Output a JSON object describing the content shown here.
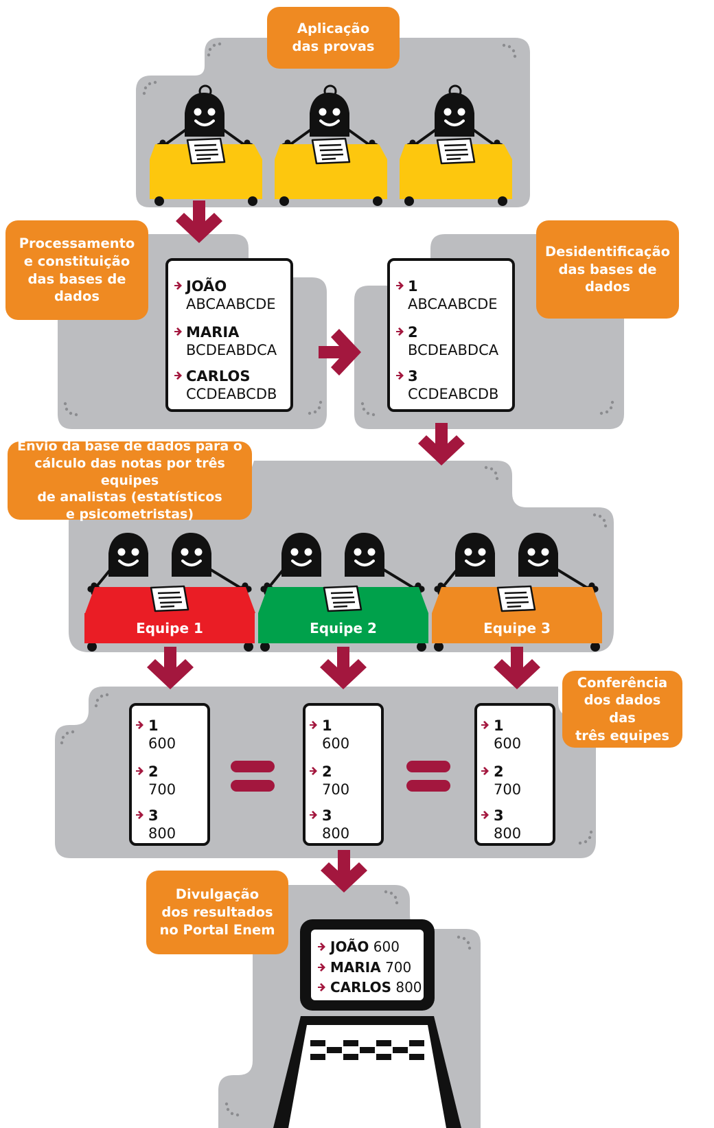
{
  "steps": {
    "aplicacao": [
      "Aplicação",
      "das provas"
    ],
    "processamento": [
      "Processamento",
      "e constituição",
      "das bases de",
      "dados"
    ],
    "desidentificacao": [
      "Desidentificação",
      "das bases de",
      "dados"
    ],
    "envio": [
      "Envio da base de dados para o",
      "cálculo das notas por três equipes",
      "de analistas (estatísticos",
      "e psicometristas)"
    ],
    "conferencia": [
      "Conferência",
      "dos dados das",
      "três equipes"
    ],
    "divulgacao": [
      "Divulgação",
      "dos resultados",
      "no Portal Enem"
    ]
  },
  "named_records": [
    {
      "id": "JOÃO",
      "answers": "ABCAABCDE"
    },
    {
      "id": "MARIA",
      "answers": "BCDEABDCA"
    },
    {
      "id": "CARLOS",
      "answers": "CCDEABCDB"
    }
  ],
  "anonymized_records": [
    {
      "id": "1",
      "answers": "ABCAABCDE"
    },
    {
      "id": "2",
      "answers": "BCDEABDCA"
    },
    {
      "id": "3",
      "answers": "CCDEABCDB"
    }
  ],
  "teams": [
    {
      "label": "Equipe 1",
      "color": "#ea1d25"
    },
    {
      "label": "Equipe 2",
      "color": "#00a14b"
    },
    {
      "label": "Equipe 3",
      "color": "#ef8a22"
    }
  ],
  "team_results": [
    [
      {
        "id": "1",
        "score": "600"
      },
      {
        "id": "2",
        "score": "700"
      },
      {
        "id": "3",
        "score": "800"
      }
    ],
    [
      {
        "id": "1",
        "score": "600"
      },
      {
        "id": "2",
        "score": "700"
      },
      {
        "id": "3",
        "score": "800"
      }
    ],
    [
      {
        "id": "1",
        "score": "600"
      },
      {
        "id": "2",
        "score": "700"
      },
      {
        "id": "3",
        "score": "800"
      }
    ]
  ],
  "portal_results": [
    {
      "name": "JOÃO",
      "score": "600"
    },
    {
      "name": "MARIA",
      "score": "700"
    },
    {
      "name": "CARLOS",
      "score": "800"
    }
  ],
  "colors": {
    "panel": "#bcbdc0",
    "label": "#ef8a22",
    "arrow": "#a3173e",
    "desk_yellow": "#fdc70e",
    "figure": "#111111"
  }
}
